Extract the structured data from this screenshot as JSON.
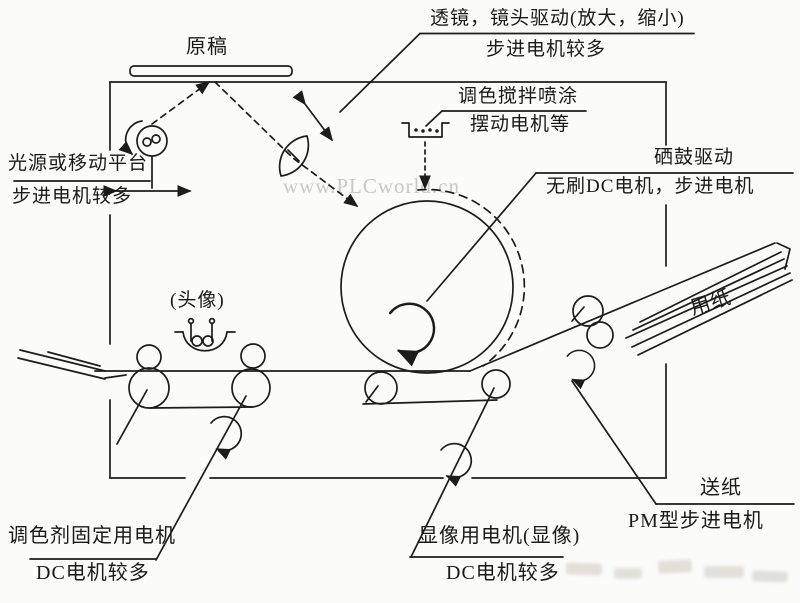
{
  "meta": {
    "type": "scanned technical diagram",
    "subject": "copier / laser printer motor application diagram"
  },
  "colors": {
    "background": "#fbfbf9",
    "ink": "#1c1c1c",
    "drum_fill": "#ebebe6",
    "dark_roller_fill": "#5c5c59",
    "watermark": "#c8c8c5"
  },
  "watermark": {
    "text": "www.PLCworld.cn"
  },
  "labels": {
    "original": {
      "text": "原稿"
    },
    "lens": {
      "line1": "透镜，镜头驱动(放大，缩小)",
      "line2": "步进电机较多"
    },
    "toner_spray": {
      "line1": "调色搅拌喷涂",
      "line2": "摆动电机等"
    },
    "drum": {
      "line1": "硒鼓驱动",
      "line2": "无刷DC电机，步进电机"
    },
    "light_source": {
      "line1": "光源或移动平台",
      "line2": "步进电机较多"
    },
    "fuser_head": {
      "text": "(头像)"
    },
    "paper": {
      "text": "用纸"
    },
    "paper_feed": {
      "line1": "送纸",
      "line2": "PM型步进电机"
    },
    "toner_fix": {
      "line1": "调色剂固定用电机",
      "line2": "DC电机较多"
    },
    "developer": {
      "line1": "显像用电机(显像)",
      "line2": "DC电机较多"
    }
  },
  "icon_names": [
    "lamp-coil-icon",
    "lens-icon",
    "move-double-arrow-icon",
    "toner-hopper-icon",
    "heater-coil-icon",
    "document-bar-icon",
    "photosensitive-drum-icon",
    "rotation-arrow-icon",
    "roller-icon",
    "paper-stack-icon"
  ]
}
